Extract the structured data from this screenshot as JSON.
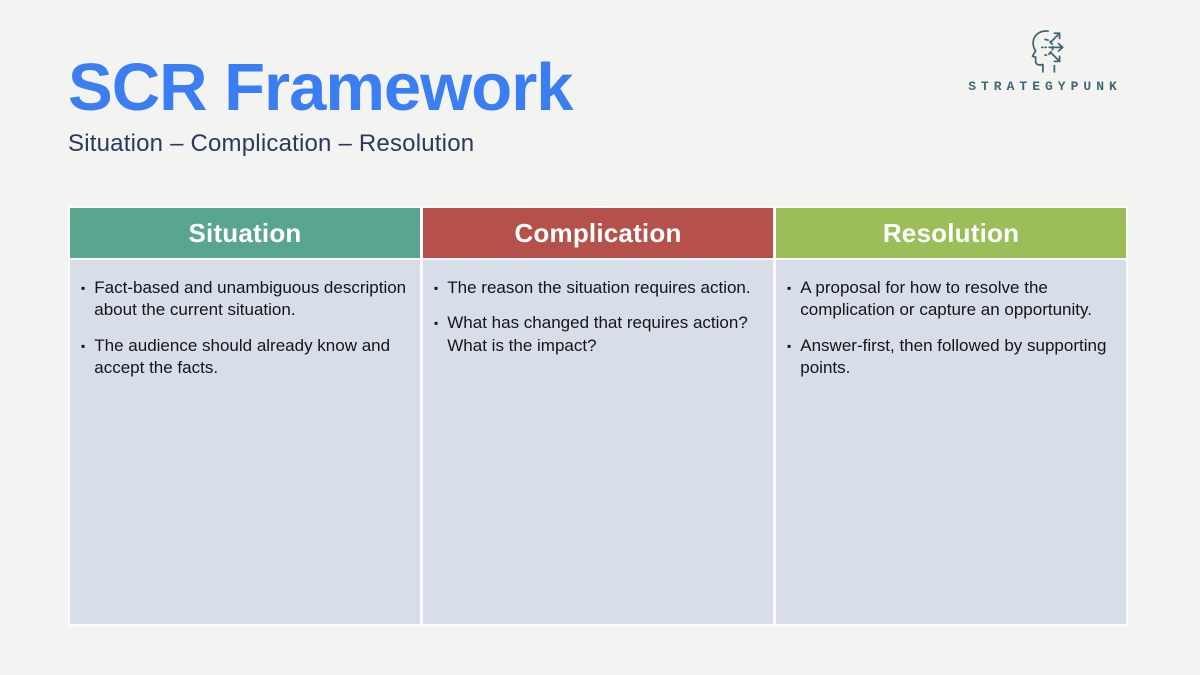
{
  "slide": {
    "background": "#f3f3f2"
  },
  "logo": {
    "brand": "STRATEGYPUNK",
    "color": "#3f6874"
  },
  "header": {
    "title": "SCR Framework",
    "title_color": "#3b7ef2",
    "subtitle": "Situation – Complication – Resolution",
    "subtitle_color": "#2b3a5c"
  },
  "table": {
    "bullet_glyph": "▪",
    "cell_bg": "#d7dde9",
    "columns": [
      {
        "header": "Situation",
        "header_bg": "#58a690",
        "bullets": [
          "Fact-based and unambiguous description about the current situation.",
          "The audience should already know and accept the facts."
        ]
      },
      {
        "header": "Complication",
        "header_bg": "#b5504a",
        "bullets": [
          "The reason the situation requires action.",
          "What has changed that requires action? What is the impact?"
        ]
      },
      {
        "header": "Resolution",
        "header_bg": "#9cbe59",
        "bullets": [
          "A proposal for how to resolve the complication or capture an opportunity.",
          "Answer-first, then followed by supporting points."
        ]
      }
    ]
  }
}
